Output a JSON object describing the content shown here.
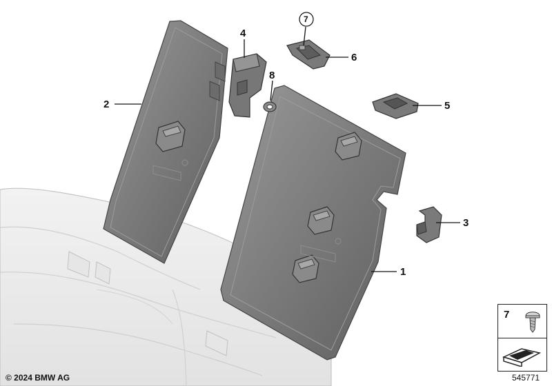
{
  "callouts": {
    "c1": "1",
    "c2": "2",
    "c3": "3",
    "c4": "4",
    "c5": "5",
    "c6": "6",
    "c7_circled": "7",
    "c8": "8"
  },
  "legend": {
    "item_number": "7",
    "icon": "screw-icon",
    "symbol": "arrow-wedge-icon"
  },
  "footer": {
    "copyright": "© 2024 BMW AG",
    "diagram_number": "545771"
  },
  "colors": {
    "part_fill": "#7d7d7d",
    "part_dark": "#5a5a5a",
    "seat_fill": "#ececec",
    "seat_line": "#bdbdbd"
  }
}
